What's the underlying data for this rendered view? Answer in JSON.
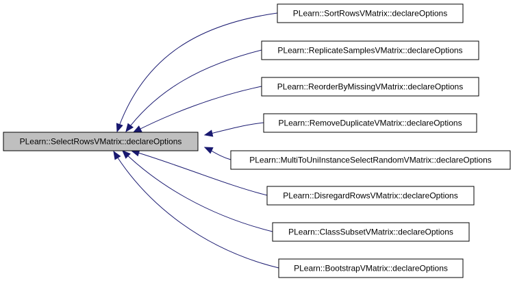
{
  "graph": {
    "root": {
      "label": "PLearn::SelectRowsVMatrix::declareOptions",
      "fill": "#bfbfbf"
    },
    "children": [
      {
        "label": "PLearn::SortRowsVMatrix::declareOptions"
      },
      {
        "label": "PLearn::ReplicateSamplesVMatrix::declareOptions"
      },
      {
        "label": "PLearn::ReorderByMissingVMatrix::declareOptions"
      },
      {
        "label": "PLearn::RemoveDuplicateVMatrix::declareOptions"
      },
      {
        "label": "PLearn::MultiToUniInstanceSelectRandomVMatrix::declareOptions"
      },
      {
        "label": "PLearn::DisregardRowsVMatrix::declareOptions"
      },
      {
        "label": "PLearn::ClassSubsetVMatrix::declareOptions"
      },
      {
        "label": "PLearn::BootstrapVMatrix::declareOptions"
      }
    ],
    "child_fill": "#ffffff",
    "edge_color": "#191970"
  }
}
